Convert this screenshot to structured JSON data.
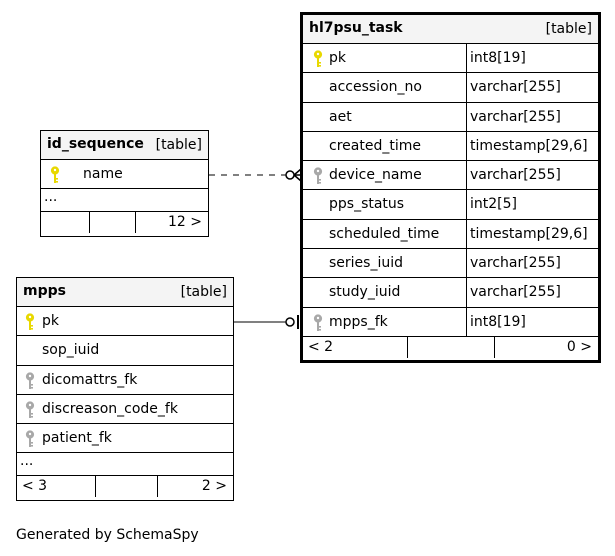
{
  "tables": {
    "hl7psu_task": {
      "name": "hl7psu_task",
      "kind": "[table]",
      "columns": [
        {
          "name": "pk",
          "type": "int8[19]",
          "key": "primary"
        },
        {
          "name": "accession_no",
          "type": "varchar[255]",
          "key": "none"
        },
        {
          "name": "aet",
          "type": "varchar[255]",
          "key": "none"
        },
        {
          "name": "created_time",
          "type": "timestamp[29,6]",
          "key": "none"
        },
        {
          "name": "device_name",
          "type": "varchar[255]",
          "key": "foreign"
        },
        {
          "name": "pps_status",
          "type": "int2[5]",
          "key": "none"
        },
        {
          "name": "scheduled_time",
          "type": "timestamp[29,6]",
          "key": "none"
        },
        {
          "name": "series_iuid",
          "type": "varchar[255]",
          "key": "none"
        },
        {
          "name": "study_iuid",
          "type": "varchar[255]",
          "key": "none"
        },
        {
          "name": "mpps_fk",
          "type": "int8[19]",
          "key": "foreign"
        }
      ],
      "footer_left": "< 2",
      "footer_right": "0 >"
    },
    "id_sequence": {
      "name": "id_sequence",
      "kind": "[table]",
      "columns": [
        {
          "name": "name",
          "key": "primary"
        }
      ],
      "ellipsis": "...",
      "footer_right": "12 >"
    },
    "mpps": {
      "name": "mpps",
      "kind": "[table]",
      "columns": [
        {
          "name": "pk",
          "key": "primary"
        },
        {
          "name": "sop_iuid",
          "key": "none"
        },
        {
          "name": "dicomattrs_fk",
          "key": "foreign"
        },
        {
          "name": "discreason_code_fk",
          "key": "foreign"
        },
        {
          "name": "patient_fk",
          "key": "foreign"
        }
      ],
      "ellipsis": "...",
      "footer_left": "< 3",
      "footer_right": "2 >"
    }
  },
  "key_colors": {
    "primary": "#e8d800",
    "foreign": "#a8a8a8"
  },
  "generated_by": "Generated by SchemaSpy"
}
